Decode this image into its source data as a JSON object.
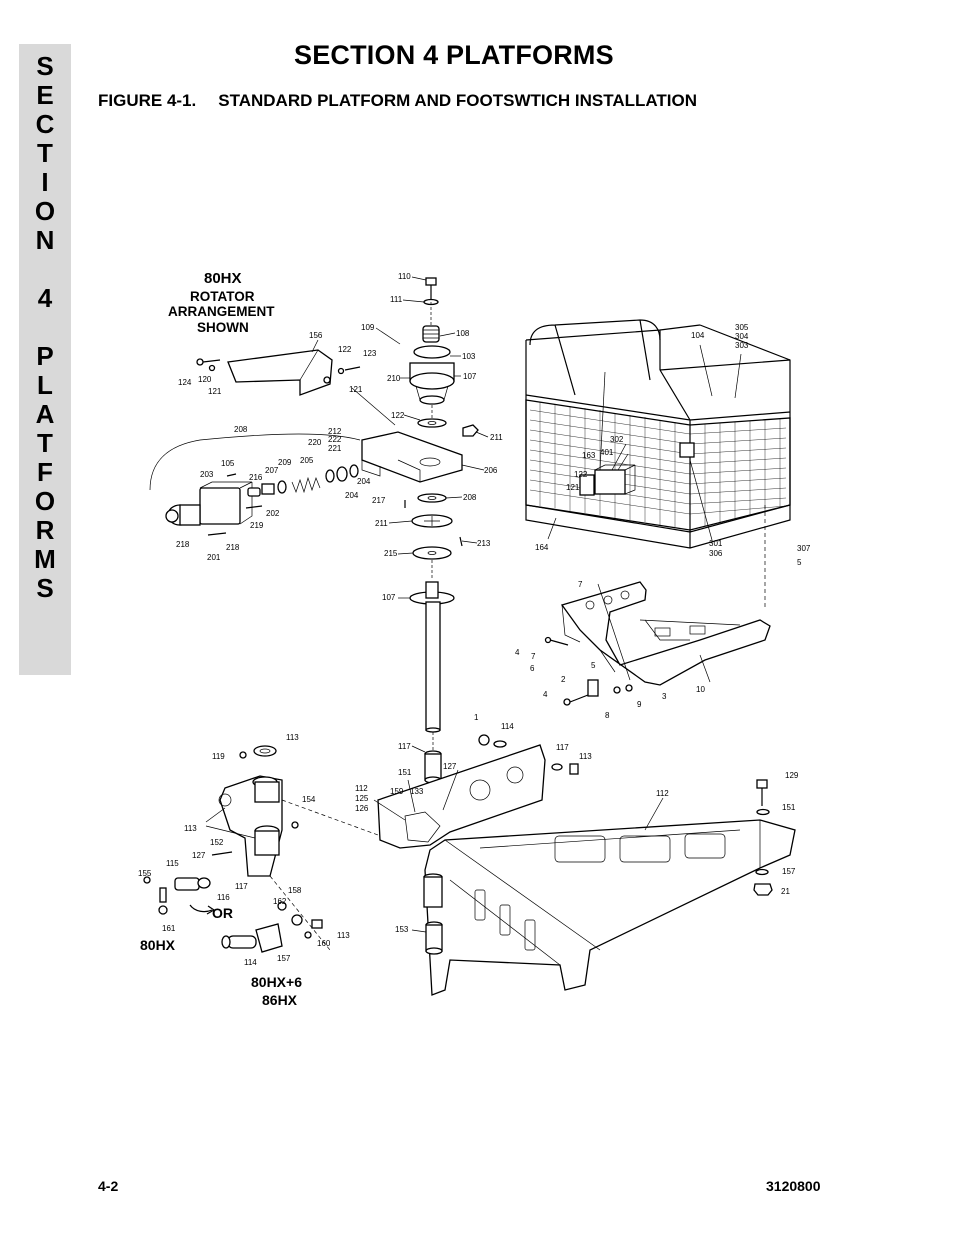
{
  "side_tab": {
    "letters": [
      "S",
      "E",
      "C",
      "T",
      "I",
      "O",
      "N",
      "",
      "4",
      "",
      "P",
      "L",
      "A",
      "T",
      "F",
      "O",
      "R",
      "M",
      "S"
    ]
  },
  "header": {
    "section_title": "SECTION 4  PLATFORMS",
    "figure_number": "FIGURE 4-1.",
    "figure_title": "STANDARD PLATFORM AND FOOTSWTICH INSTALLATION"
  },
  "diagram": {
    "notes": {
      "rotator_line1": "80HX",
      "rotator_line2": "ROTATOR",
      "rotator_line3": "ARRANGEMENT",
      "rotator_line4": "SHOWN",
      "or": "OR",
      "model_80hx": "80HX",
      "model_80hx6": "80HX+6",
      "model_86hx": "86HX"
    },
    "callouts": [
      "110",
      "111",
      "109",
      "108",
      "103",
      "107",
      "210",
      "156",
      "122",
      "123",
      "121",
      "124",
      "120",
      "121",
      "122",
      "211",
      "212",
      "222",
      "221",
      "220",
      "208",
      "105",
      "216",
      "209",
      "205",
      "207",
      "204",
      "204",
      "206",
      "203",
      "202",
      "219",
      "218",
      "218",
      "201",
      "217",
      "208",
      "211",
      "213",
      "215",
      "107",
      "104",
      "305",
      "304",
      "303",
      "302",
      "401",
      "163",
      "122",
      "121",
      "164",
      "301",
      "306",
      "307",
      "5",
      "7",
      "4",
      "7",
      "6",
      "5",
      "2",
      "4",
      "3",
      "9",
      "8",
      "10",
      "1",
      "114",
      "113",
      "119",
      "117",
      "151",
      "127",
      "117",
      "113",
      "112",
      "125",
      "126",
      "159",
      "133",
      "154",
      "129",
      "112",
      "151",
      "113",
      "152",
      "127",
      "115",
      "155",
      "117",
      "116",
      "158",
      "162",
      "161",
      "157",
      "113",
      "157",
      "160",
      "21",
      "114",
      "153",
      "151"
    ]
  },
  "footer": {
    "page": "4-2",
    "doc_number": "3120800"
  }
}
